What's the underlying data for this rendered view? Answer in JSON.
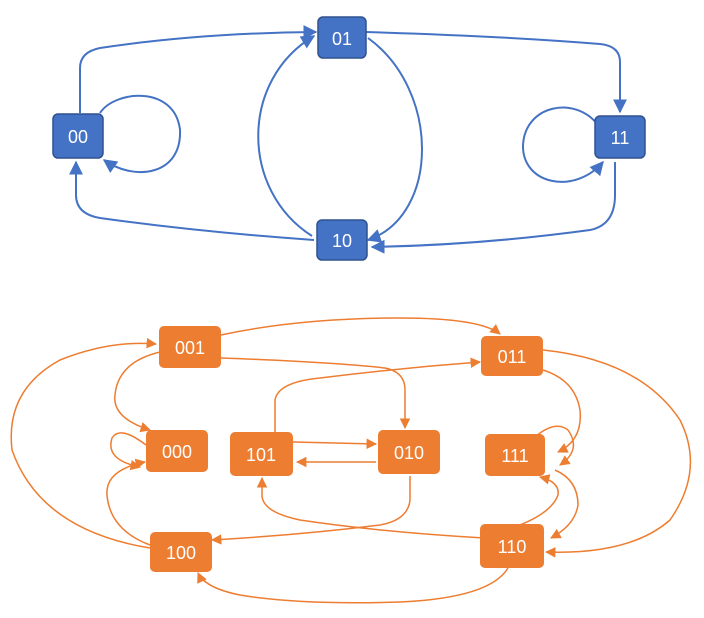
{
  "colors": {
    "blue_fill": "#4472C4",
    "blue_stroke": "#2F528F",
    "orange_fill": "#ED7D31",
    "orange_stroke": "#ED7D31"
  },
  "top_graph": {
    "nodes": {
      "n00": "00",
      "n01": "01",
      "n10": "10",
      "n11": "11"
    }
  },
  "bottom_graph": {
    "nodes": {
      "n000": "000",
      "n001": "001",
      "n010": "010",
      "n011": "011",
      "n100": "100",
      "n101": "101",
      "n110": "110",
      "n111": "111"
    }
  }
}
